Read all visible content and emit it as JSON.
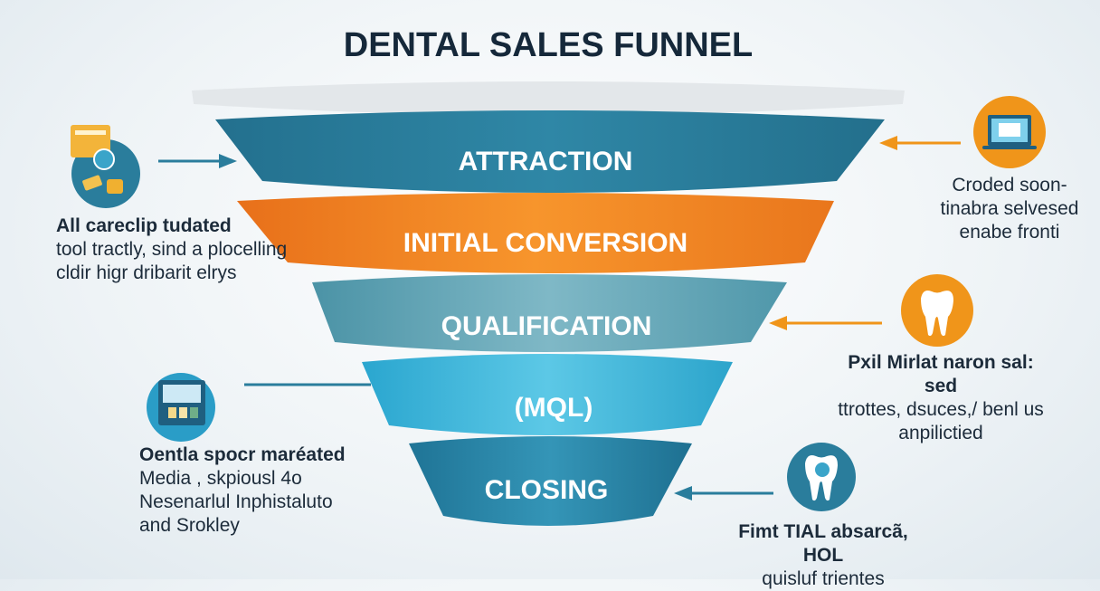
{
  "title": "DENTAL SALES FUNNEL",
  "stages": [
    {
      "label": "ATTRACTION",
      "color": "#2a7d9c"
    },
    {
      "label": "INITIAL CONVERSION",
      "color": "#f0801f"
    },
    {
      "label": "QUALIFICATION",
      "color": "#5ea3b3"
    },
    {
      "label": "(MQL)",
      "color": "#33b3d8"
    },
    {
      "label": "CLOSING",
      "color": "#2786a9"
    }
  ],
  "notes": {
    "left_top": {
      "heading": "All careclip tudated",
      "lines": [
        "tool tractly, sind a plocelling",
        "cldir higr dribarit elrys"
      ],
      "icon": "calculator-money-icon"
    },
    "left_bottom": {
      "heading": "Oentla spocr maréated",
      "lines": [
        "Media , skpiousl 4o",
        "Nesenarlul Inphistaluto",
        "and Srokley"
      ],
      "icon": "computer-monitor-icon"
    },
    "right_top": {
      "lines": [
        "Croded soon-",
        "tinabra selvesed",
        "enabe fronti"
      ],
      "icon": "laptop-icon"
    },
    "right_middle": {
      "heading": "Pxil Mirlat naron sal: sed",
      "lines": [
        "ttrottes, dsuces,/ benl us",
        "anpilictied"
      ],
      "icon": "tooth-icon"
    },
    "right_bottom": {
      "heading": "Fimt TIAL absarcã, HOL",
      "lines": [
        "quisluf trientes"
      ],
      "icon": "tooth-shield-icon"
    }
  },
  "colors": {
    "accent_orange": "#f0951a",
    "accent_teal": "#2a7d9c"
  }
}
